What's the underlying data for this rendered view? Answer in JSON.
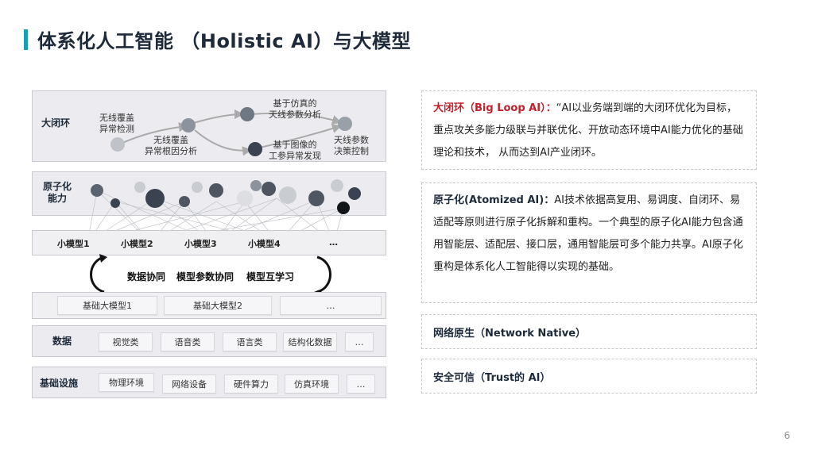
{
  "title": "体系化人工智能 （Holistic AI）与大模型",
  "page_number": "6",
  "diagram": {
    "closed_loop": {
      "label": "大闭环",
      "steps": [
        "无线覆盖\n异常检测",
        "无线覆盖\n异常根因分析",
        "基于仿真的\n天线参数分析",
        "基于图像的\n工参异常发现",
        "天线参数\n决策控制"
      ]
    },
    "atomized": {
      "label": "原子化\n能力"
    },
    "small_models": [
      "小模型1",
      "小模型2",
      "小模型3",
      "小模型4",
      "…"
    ],
    "collaboration": [
      "数据协同",
      "模型参数协同",
      "模型互学习"
    ],
    "foundation_models": [
      "基础大模型1",
      "基础大模型2",
      "…"
    ],
    "data": {
      "label": "数据",
      "items": [
        "视觉类",
        "语音类",
        "语言类",
        "结构化数据",
        "…"
      ]
    },
    "infrastructure": {
      "label": "基础设施",
      "items": [
        "物理环境",
        "网络设备",
        "硬件算力",
        "仿真环境",
        "…"
      ]
    }
  },
  "right": {
    "big_loop": {
      "head": "大闭环（Big Loop AI）：",
      "body": "“AI以业务端到端的大闭环优化为目标，重点攻关多能力级联与并联优化、开放动态环境中AI能力优化的基础理论和技术， 从而达到AI产业闭环。"
    },
    "atomized": {
      "head": "原子化(Atomized AI)：",
      "body": "AI技术依据高复用、易调度、自闭环、易适配等原则进行原子化拆解和重构。一个典型的原子化AI能力包含通用智能层、适配层、接口层，通用智能层可多个能力共享。AI原子化重构是体系化人工智能得以实现的基础。"
    },
    "network_native": "网络原生（Network Native）",
    "trust_ai": "安全可信（Trust的 AI）"
  }
}
